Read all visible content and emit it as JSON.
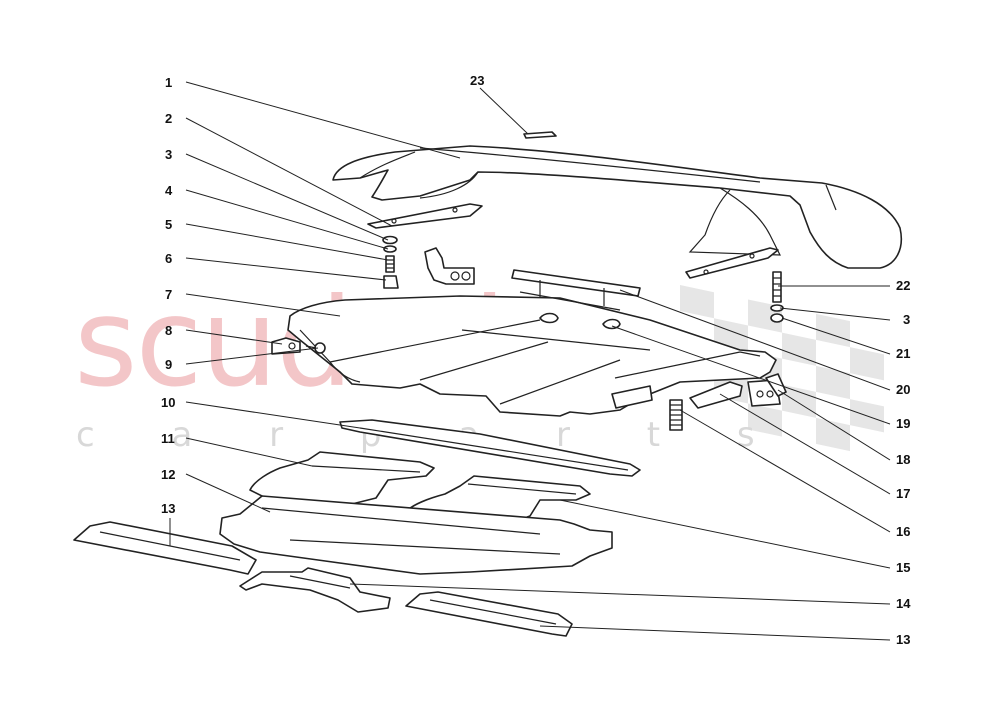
{
  "watermark": {
    "brand": "scuderia",
    "tagline": "c a r p a r t s",
    "colors": {
      "brand": "#f3c6c8",
      "tagline": "#d8d8d8",
      "checker": "#e4e4e4"
    }
  },
  "callouts": [
    "1",
    "2",
    "3",
    "4",
    "5",
    "6",
    "7",
    "8",
    "9",
    "10",
    "11",
    "12",
    "13",
    "23",
    "22",
    "3",
    "21",
    "20",
    "19",
    "18",
    "17",
    "16",
    "15",
    "14",
    "13"
  ]
}
